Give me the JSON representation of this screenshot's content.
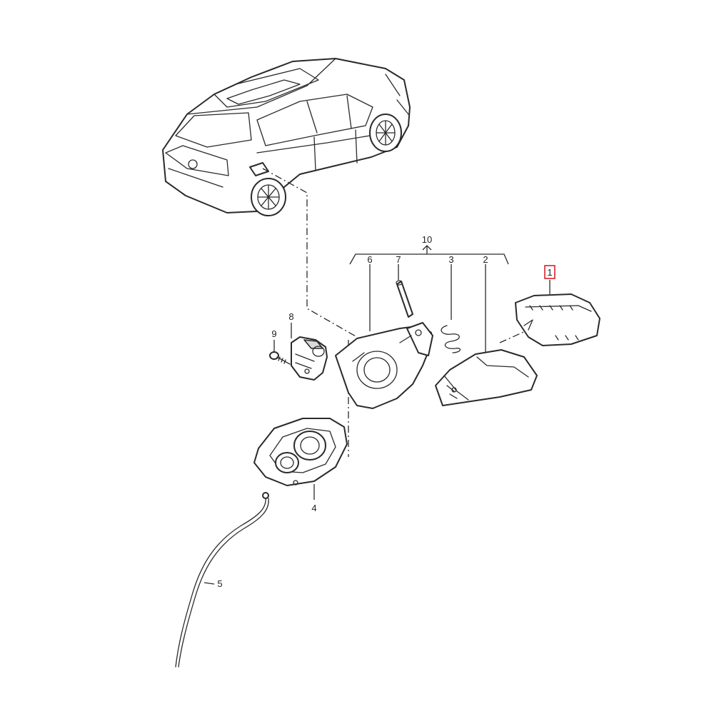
{
  "diagram": {
    "callouts": {
      "c1": "1",
      "c2": "2",
      "c3": "3",
      "c4": "4",
      "c5": "5",
      "c6": "6",
      "c7": "7",
      "c8": "8",
      "c9": "9",
      "c10": "10"
    },
    "highlighted_callout": "1",
    "colors": {
      "line": "#2a2a2a",
      "highlight": "#d8202a",
      "background": "#ffffff"
    }
  }
}
